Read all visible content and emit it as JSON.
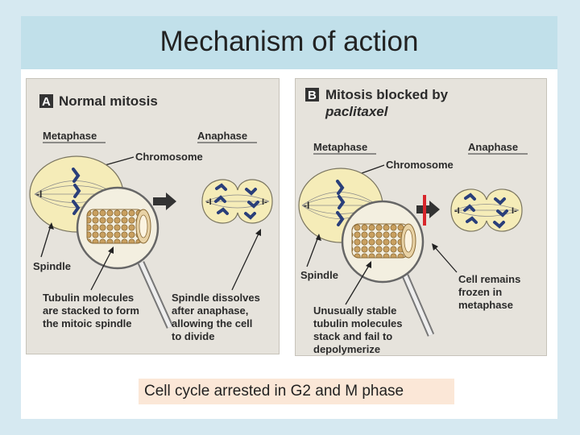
{
  "slide": {
    "title": "Mechanism of action",
    "caption": "Cell cycle arrested in G2 and M phase"
  },
  "panel_a": {
    "letter": "A",
    "heading": "Normal mitosis",
    "metaphase": "Metaphase",
    "anaphase": "Anaphase",
    "chromosome": "Chromosome",
    "spindle": "Spindle",
    "tubulin_1": "Tubulin molecules",
    "tubulin_2": "are stacked to form",
    "tubulin_3": "the mitoic spindle",
    "dissolve_1": "Spindle dissolves",
    "dissolve_2": "after anaphase,",
    "dissolve_3": "allowing the cell",
    "dissolve_4": "to divide"
  },
  "panel_b": {
    "letter": "B",
    "heading_1": "Mitosis blocked by",
    "heading_2": "paclitaxel",
    "metaphase": "Metaphase",
    "anaphase": "Anaphase",
    "chromosome": "Chromosome",
    "spindle": "Spindle",
    "frozen_1": "Cell remains",
    "frozen_2": "frozen in",
    "frozen_3": "metaphase",
    "stable_1": "Unusually stable",
    "stable_2": "tubulin molecules",
    "stable_3": "stack and fail to",
    "stable_4": "depolymerize"
  },
  "colors": {
    "panel_bg": "#e6e3dc",
    "cell_fill": "#f5ecb8",
    "chromosome": "#2a3f7a",
    "block_bar": "#d8262b",
    "tubulin": "#c9a060"
  }
}
